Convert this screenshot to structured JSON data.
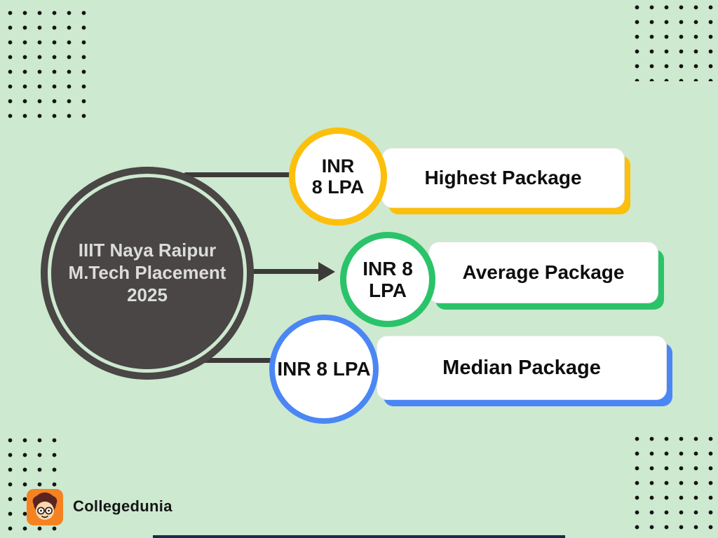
{
  "page": {
    "background_color": "#cde9d0",
    "dot_color": "#141414",
    "bottom_bar_color": "#1c2b4a"
  },
  "diagram": {
    "center": {
      "line1": "IIIT Naya Raipur",
      "line2": "M.Tech Placement",
      "line3": "2025",
      "fill_color": "#494645",
      "text_color": "#dcdcdc"
    },
    "nodes": [
      {
        "value": "INR\n8 LPA",
        "label": "Highest Package",
        "accent": "#fcbf0b"
      },
      {
        "value": "INR 8\nLPA",
        "label": "Average Package",
        "accent": "#2bc36a"
      },
      {
        "value": "INR 8 LPA",
        "label": "Median Package",
        "accent": "#4b86f5"
      }
    ]
  },
  "footer": {
    "brand": "Collegedunia",
    "logo_color": "#f58220"
  }
}
